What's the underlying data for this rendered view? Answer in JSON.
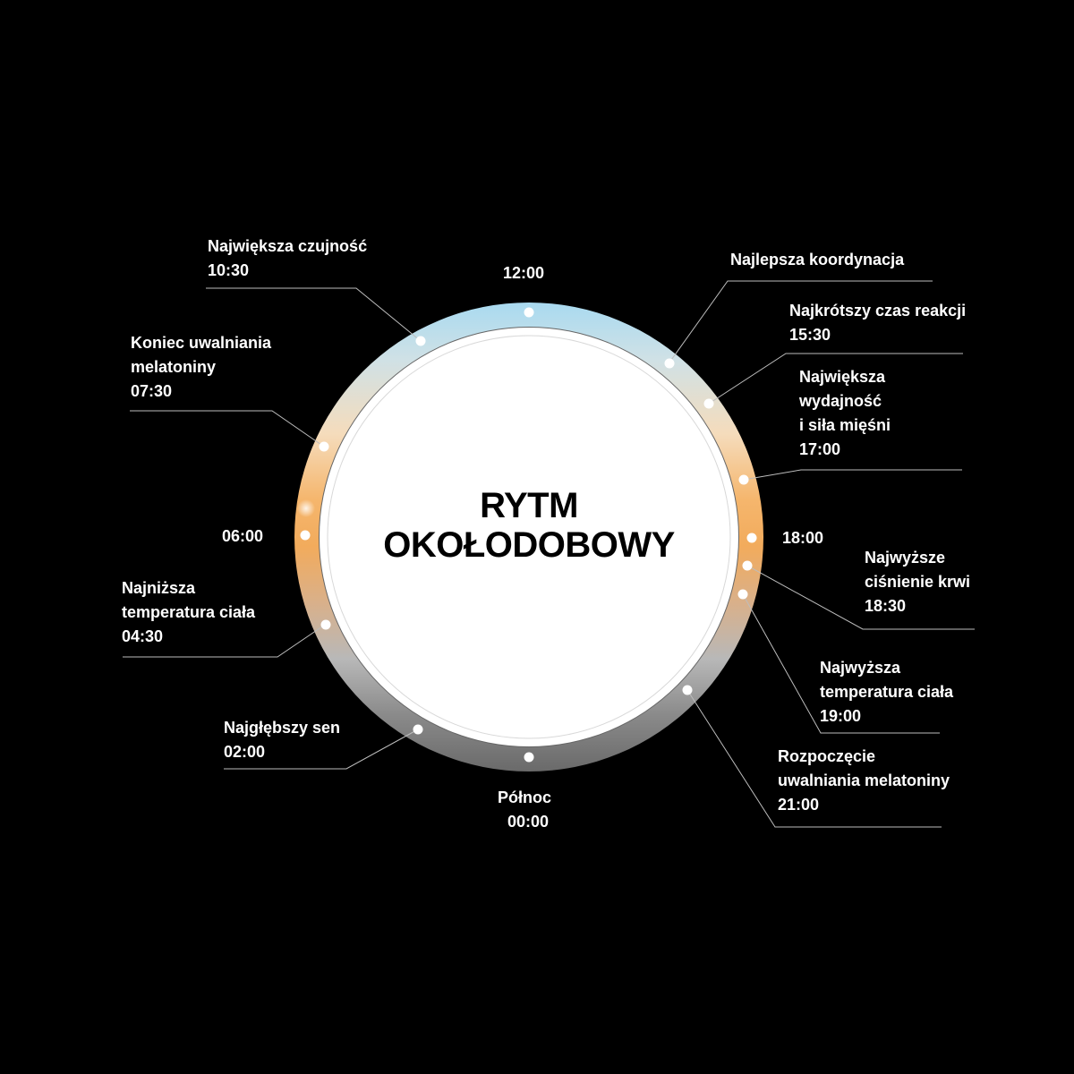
{
  "title": {
    "line1": "RYTM",
    "line2": "OKOŁODOBOWY"
  },
  "hour_marks": [
    {
      "id": "noon",
      "label": "12:00"
    },
    {
      "id": "six-pm",
      "label": "18:00"
    },
    {
      "id": "six-am",
      "label": "06:00"
    },
    {
      "id": "midnight",
      "label": "Północ",
      "time": "00:00"
    }
  ],
  "events": [
    {
      "id": "alertness",
      "lines": [
        "Największa czujność"
      ],
      "time": "10:30"
    },
    {
      "id": "melatonin-end",
      "lines": [
        "Koniec uwalniania",
        "melatoniny"
      ],
      "time": "07:30"
    },
    {
      "id": "lowest-temp",
      "lines": [
        "Najniższa",
        "temperatura ciała"
      ],
      "time": "04:30"
    },
    {
      "id": "deepest-sleep",
      "lines": [
        "Najgłębszy sen"
      ],
      "time": "02:00"
    },
    {
      "id": "coordination",
      "lines": [
        "Najlepsza koordynacja"
      ],
      "time": ""
    },
    {
      "id": "reaction",
      "lines": [
        "Najkrótszy czas reakcji"
      ],
      "time": "15:30"
    },
    {
      "id": "strength",
      "lines": [
        "Największa",
        "wydajność",
        "i siła mięśni"
      ],
      "time": "17:00"
    },
    {
      "id": "blood-pressure",
      "lines": [
        "Najwyższe",
        "ciśnienie krwi"
      ],
      "time": "18:30"
    },
    {
      "id": "highest-temp",
      "lines": [
        "Najwyższa",
        "temperatura ciała"
      ],
      "time": "19:00"
    },
    {
      "id": "melatonin-start",
      "lines": [
        "Rozpoczęcie",
        "uwalniania melatoniny"
      ],
      "time": "21:00"
    }
  ],
  "colors": {
    "background": "#000000",
    "ring_top": "#a9daf0",
    "ring_mid": "#f3b063",
    "ring_bottom": "#6e6e6e",
    "center": "#ffffff"
  }
}
